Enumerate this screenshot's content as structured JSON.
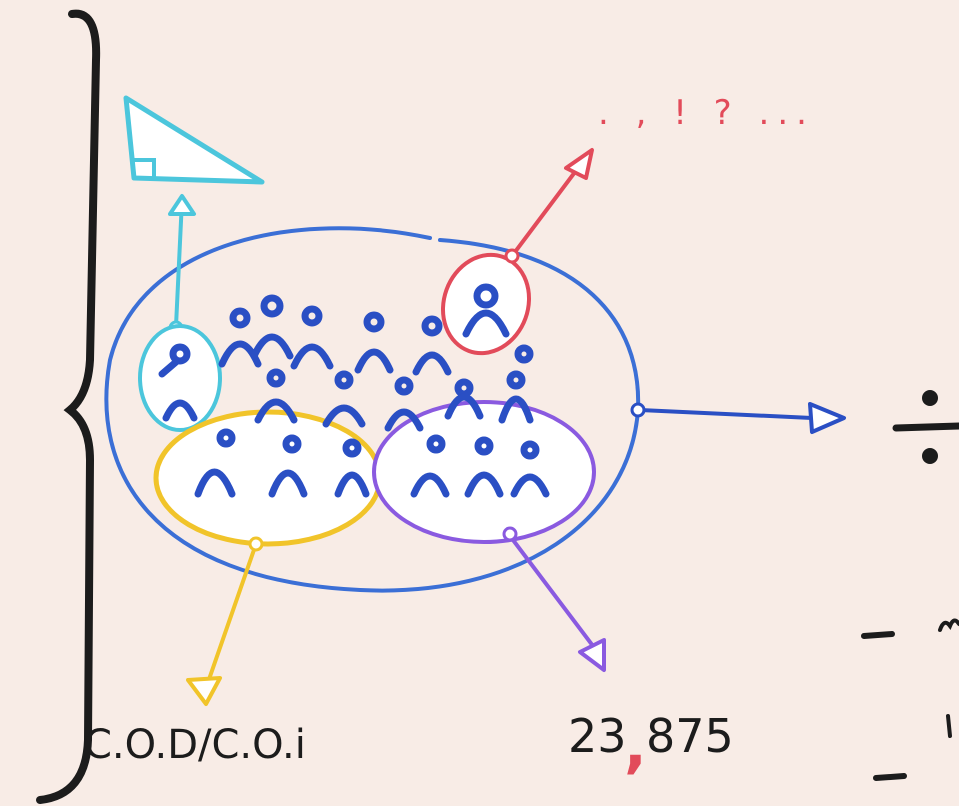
{
  "labels": {
    "punctuation": ". , ! ? ...",
    "complements": "C.O.D/C.O.i",
    "number_left": "23",
    "number_comma": ",",
    "number_right": "875"
  },
  "colors": {
    "background": "#f8ece6",
    "ink_black": "#1c1c1c",
    "blue": "#3b6fd6",
    "person_blue": "#2a4fc4",
    "cyan": "#4cc6dc",
    "red": "#e24b5a",
    "yellow": "#f1c42a",
    "purple": "#8a5ae0"
  },
  "icons": {
    "triangle": "right-triangle-icon",
    "division": "division-sign-icon"
  }
}
